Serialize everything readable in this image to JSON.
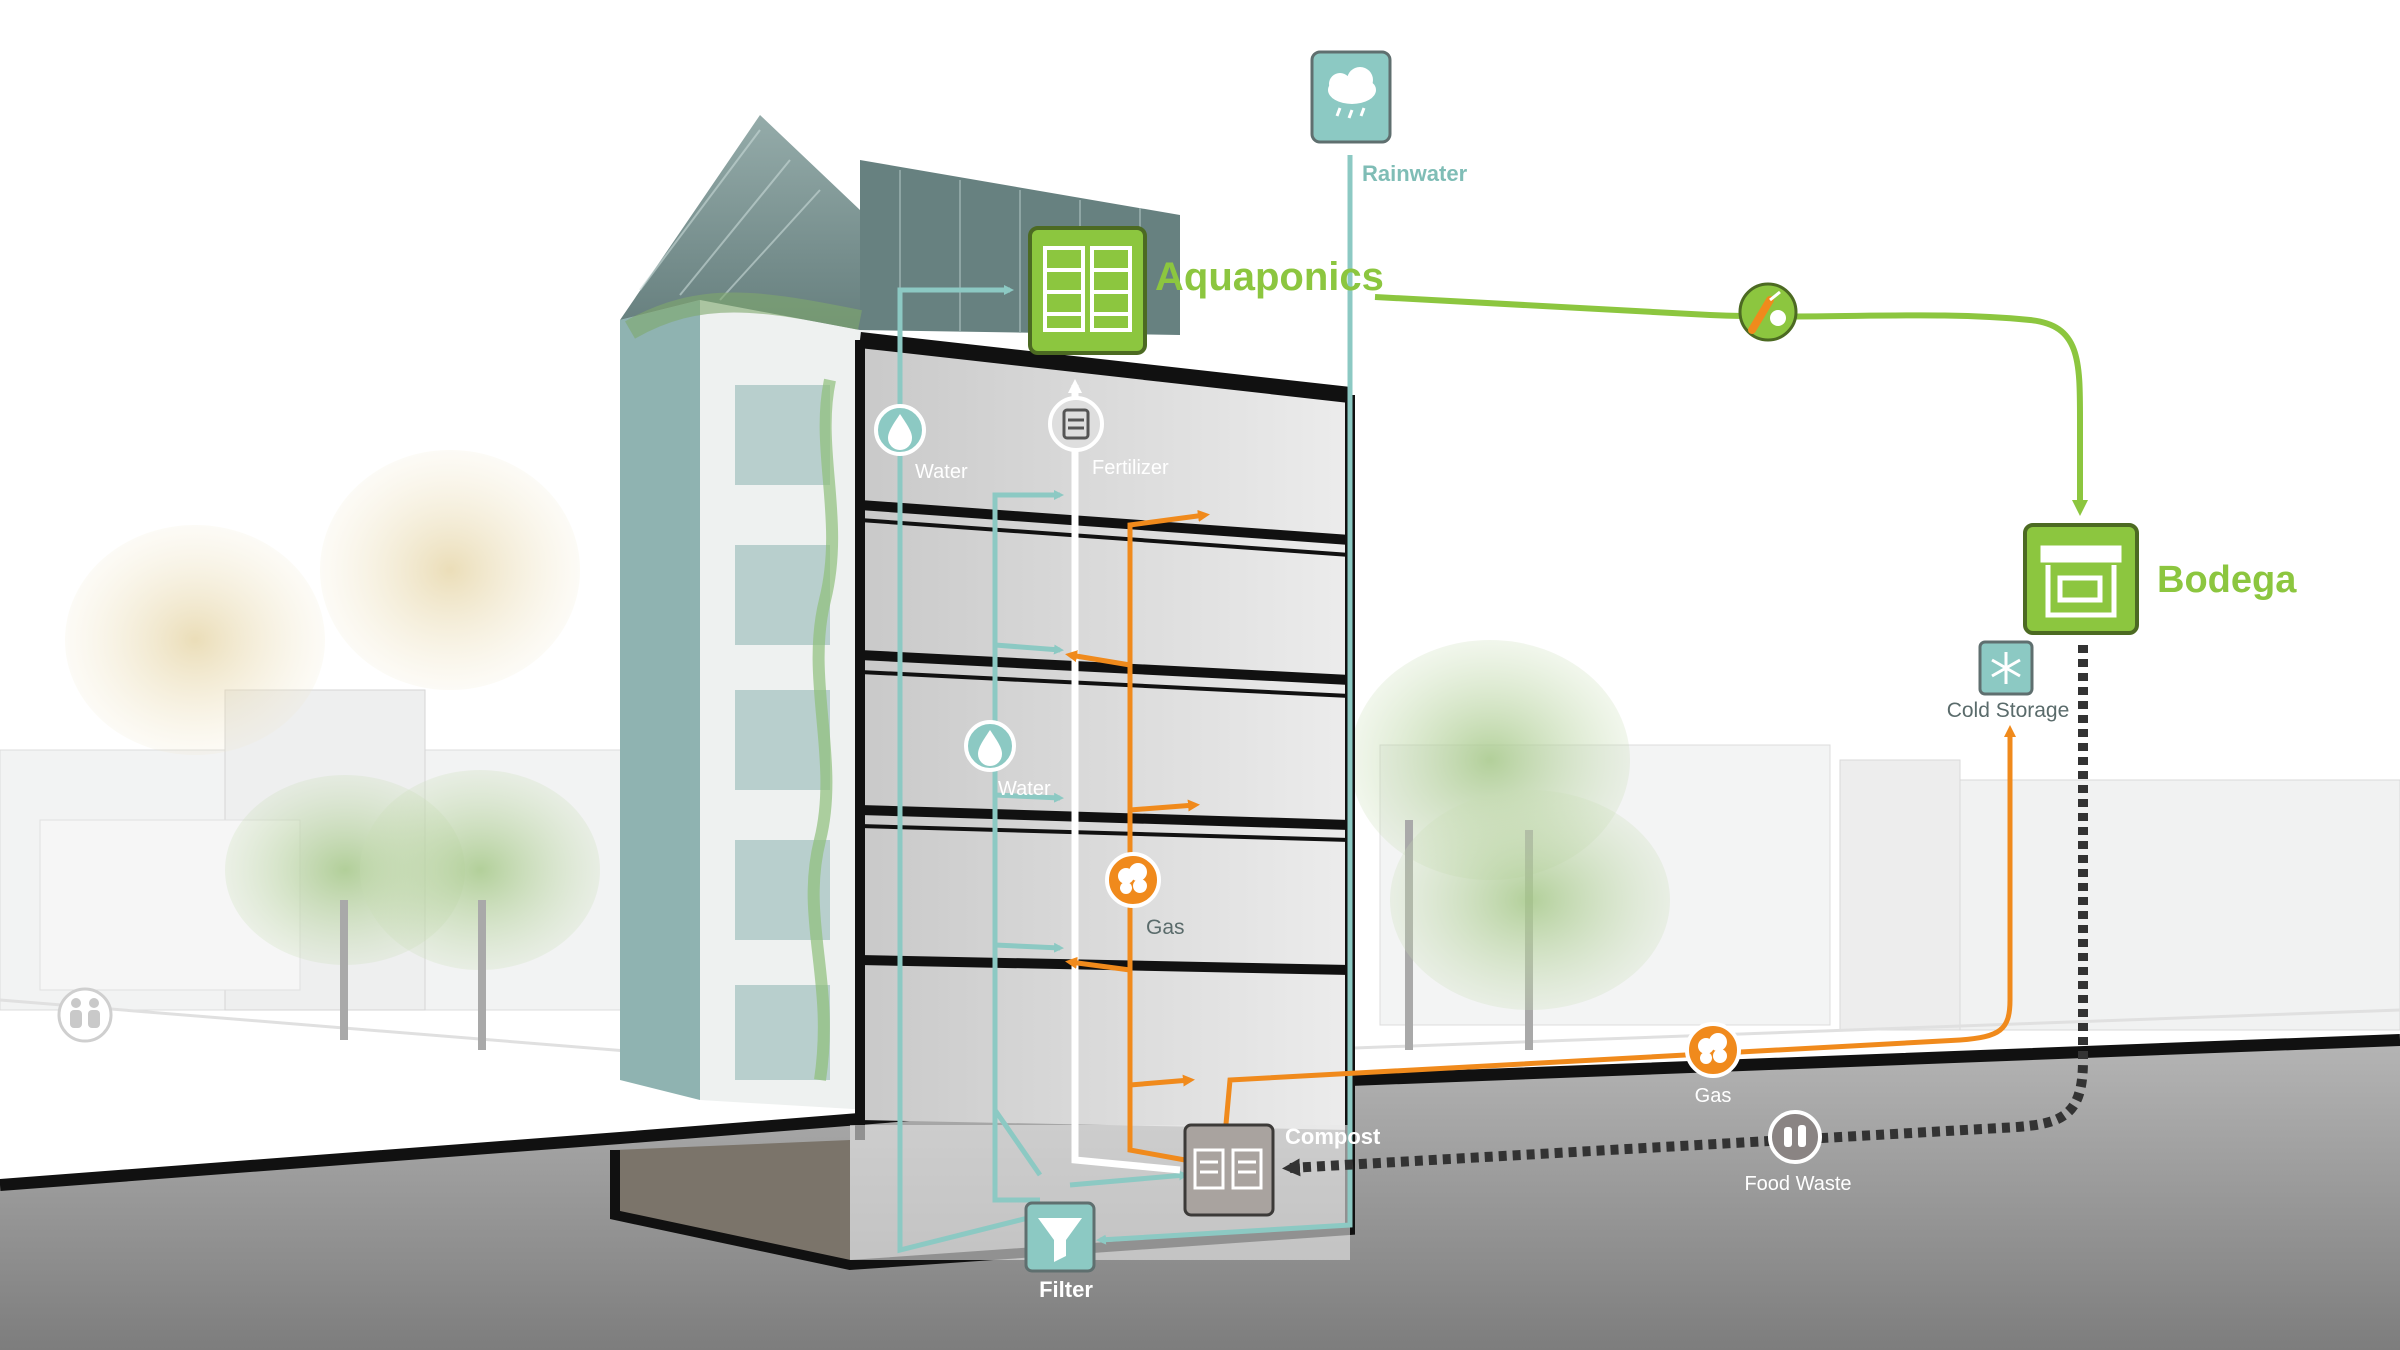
{
  "diagram": {
    "nodes": {
      "rainwater": {
        "label": "Rainwater",
        "icon": "rain-cloud-icon"
      },
      "aquaponics": {
        "label": "Aquaponics",
        "icon": "aquaponics-racks-icon"
      },
      "bodega": {
        "label": "Bodega",
        "icon": "storefront-icon"
      },
      "cold_storage": {
        "label": "Cold Storage",
        "icon": "snowflake-icon"
      },
      "compost": {
        "label": "Compost",
        "icon": "compost-bins-icon"
      },
      "filter": {
        "label": "Filter",
        "icon": "funnel-icon"
      },
      "water_upper": {
        "label": "Water",
        "icon": "water-drop-icon"
      },
      "water_lower": {
        "label": "Water",
        "icon": "water-drop-icon"
      },
      "fertilizer": {
        "label": "Fertilizer",
        "icon": "fertilizer-bag-icon"
      },
      "gas_inside": {
        "label": "Gas",
        "icon": "gas-cloud-icon"
      },
      "gas_outside": {
        "label": "Gas",
        "icon": "gas-cloud-icon"
      },
      "food_waste": {
        "label": "Food Waste",
        "icon": "food-waste-icon"
      },
      "produce": {
        "label": "",
        "icon": "produce-icon"
      },
      "people": {
        "label": "",
        "icon": "people-icon"
      }
    },
    "colors": {
      "water": "#8cc9c3",
      "gas": "#f08a1c",
      "produce": "#8cc63f",
      "fertilizer": "#ffffff",
      "food_waste": "#333333",
      "ground": "#9a9a9a",
      "building": "#222222"
    }
  }
}
